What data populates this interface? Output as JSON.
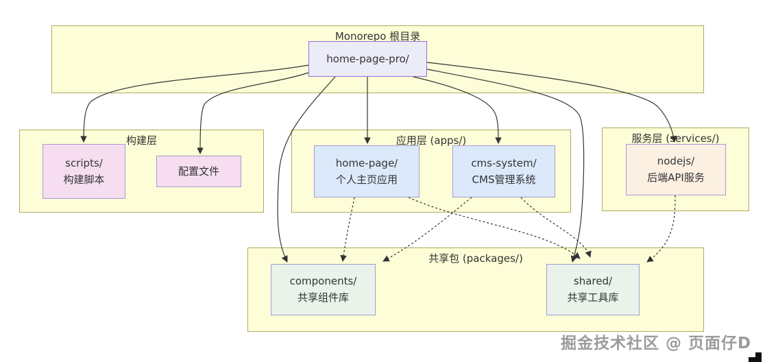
{
  "groups": {
    "root": {
      "title": "Monorepo 根目录"
    },
    "build": {
      "title": "构建层"
    },
    "apps": {
      "title": "应用层 (apps/)"
    },
    "services": {
      "title": "服务层 (services/)"
    },
    "packages": {
      "title": "共享包 (packages/)"
    }
  },
  "nodes": {
    "root": {
      "line1": "home-page-pro/"
    },
    "scripts": {
      "line1": "scripts/",
      "line2": "构建脚本"
    },
    "config": {
      "line1": "配置文件"
    },
    "homepage": {
      "line1": "home-page/",
      "line2": "个人主页应用"
    },
    "cms": {
      "line1": "cms-system/",
      "line2": "CMS管理系统"
    },
    "nodejs": {
      "line1": "nodejs/",
      "line2": "后端API服务"
    },
    "components": {
      "line1": "components/",
      "line2": "共享组件库"
    },
    "shared": {
      "line1": "shared/",
      "line2": "共享工具库"
    }
  },
  "edges": [
    {
      "from": "home-page-pro/",
      "to": "scripts/",
      "style": "solid"
    },
    {
      "from": "home-page-pro/",
      "to": "配置文件",
      "style": "solid"
    },
    {
      "from": "home-page-pro/",
      "to": "home-page/",
      "style": "solid"
    },
    {
      "from": "home-page-pro/",
      "to": "cms-system/",
      "style": "solid"
    },
    {
      "from": "home-page-pro/",
      "to": "nodejs/",
      "style": "solid"
    },
    {
      "from": "home-page-pro/",
      "to": "components/",
      "style": "solid"
    },
    {
      "from": "home-page-pro/",
      "to": "shared/",
      "style": "solid"
    },
    {
      "from": "home-page/",
      "to": "components/",
      "style": "dashed"
    },
    {
      "from": "home-page/",
      "to": "shared/",
      "style": "dashed"
    },
    {
      "from": "cms-system/",
      "to": "components/",
      "style": "dashed"
    },
    {
      "from": "cms-system/",
      "to": "shared/",
      "style": "dashed"
    },
    {
      "from": "nodejs/",
      "to": "shared/",
      "style": "dashed"
    }
  ],
  "colors": {
    "group_fill": "#fdfdd8",
    "group_border": "#abab5e",
    "root_node_fill": "#ececf9",
    "root_node_border": "#9370db",
    "build_node_fill": "#f6def0",
    "app_node_fill": "#dbe9fb",
    "service_node_fill": "#fcf0e2",
    "package_node_fill": "#e9f3ea",
    "node_border": "#a79bd5",
    "edge_color": "#333333"
  },
  "watermark": {
    "text": "掘金技术社区 @ 页面仔D"
  }
}
